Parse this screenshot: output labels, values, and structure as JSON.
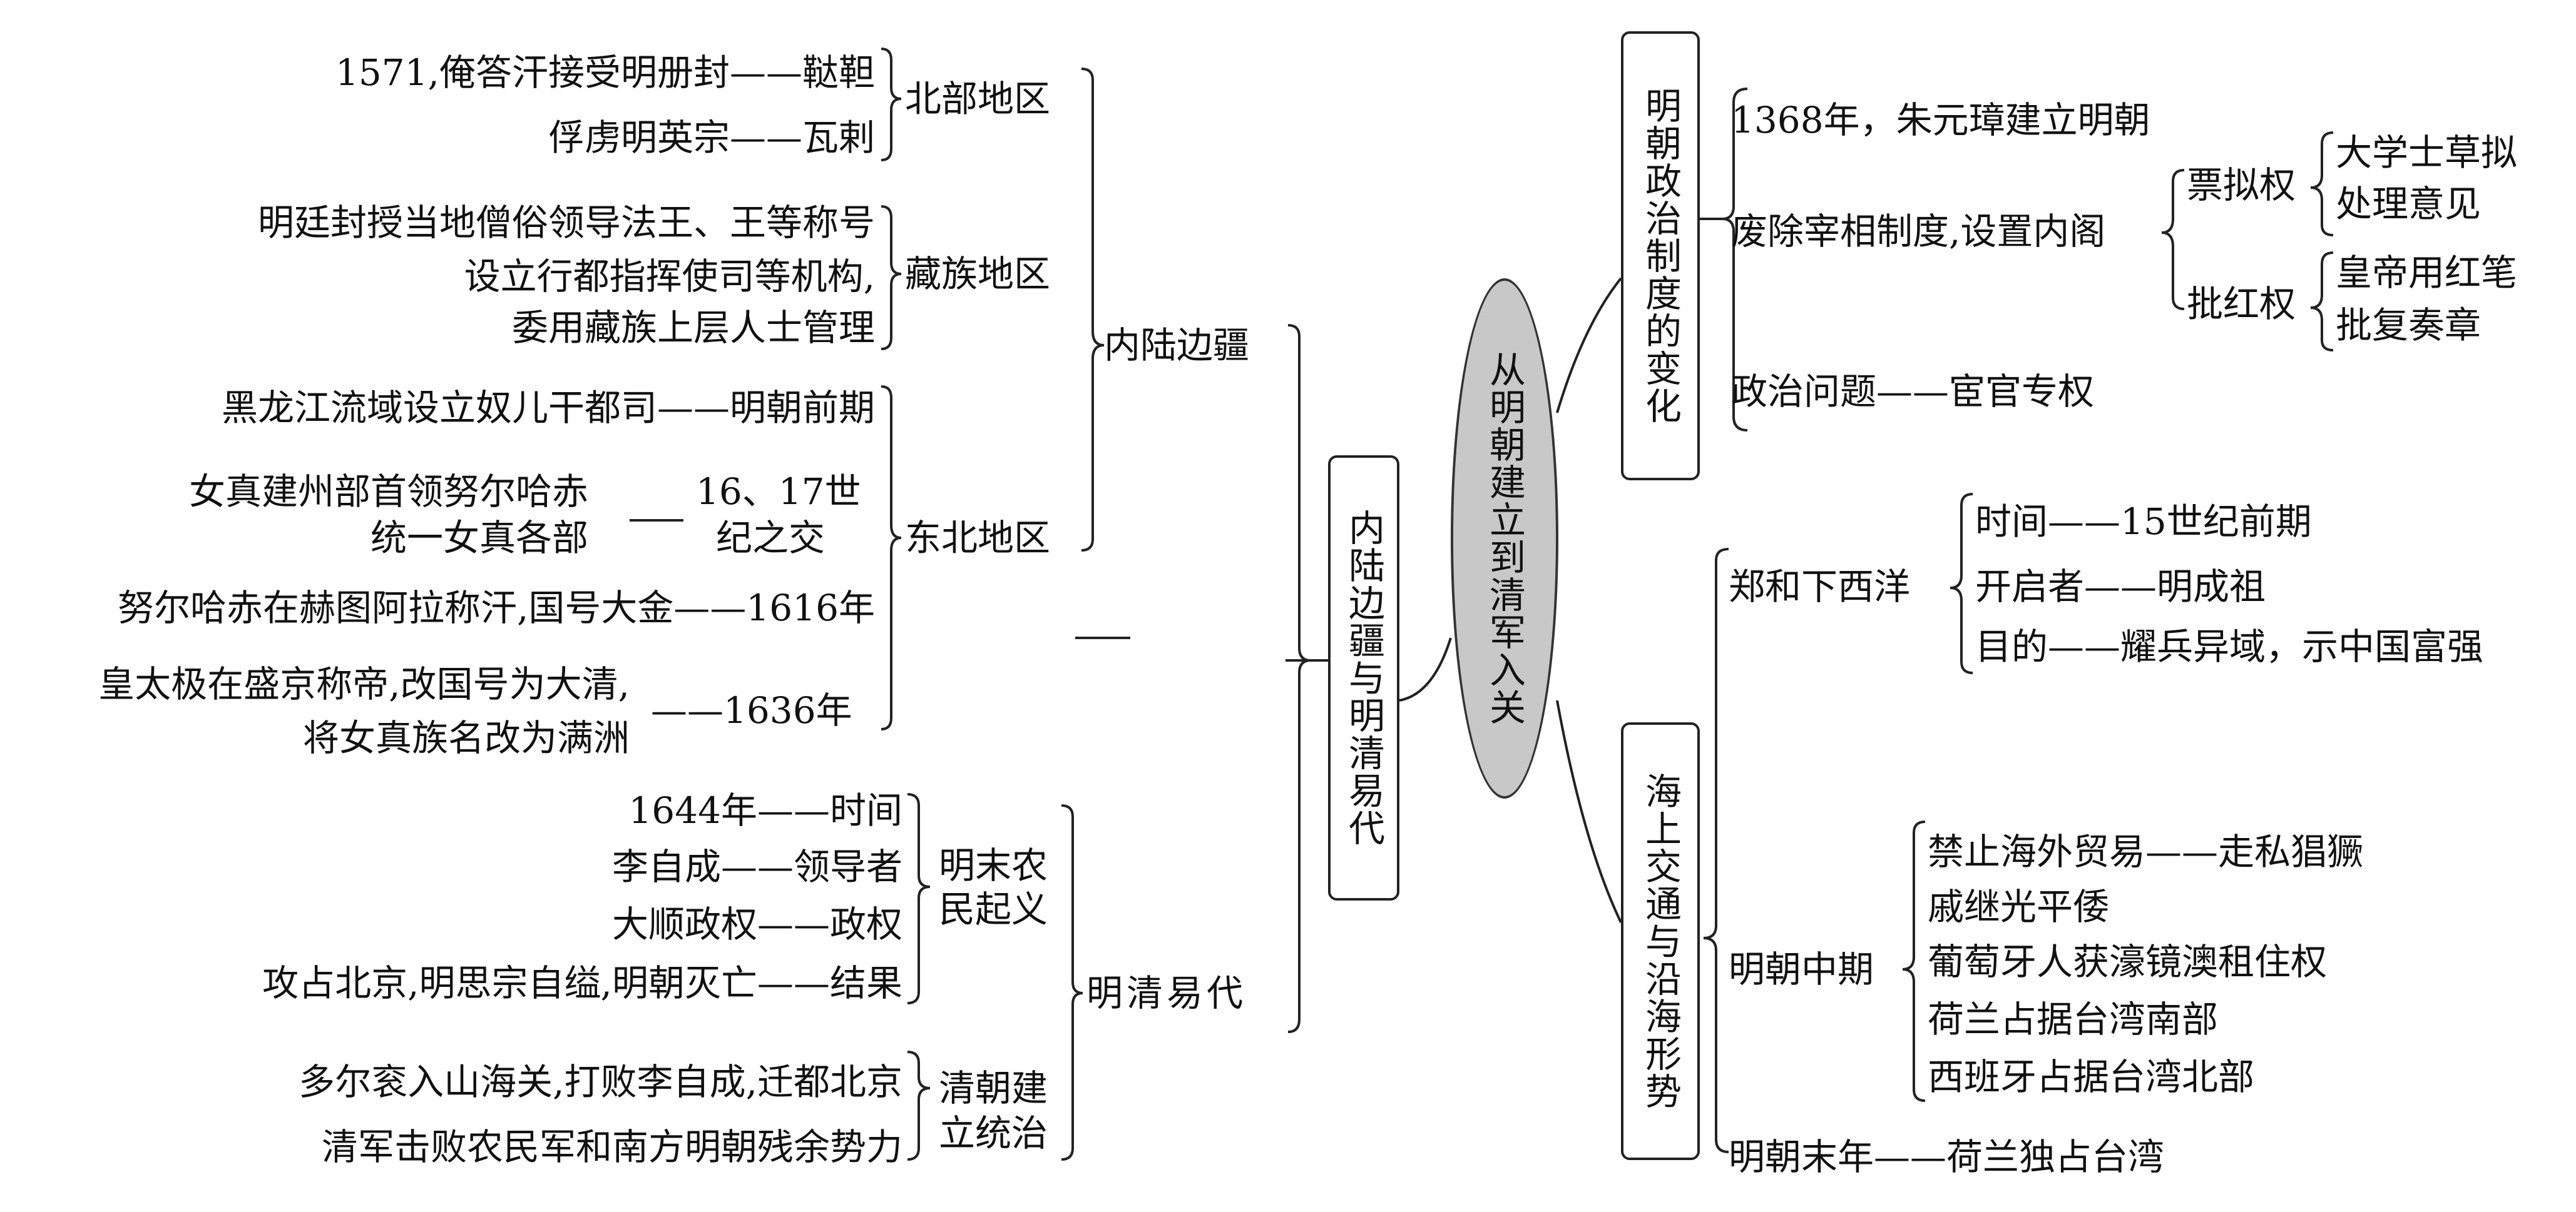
{
  "center": "从明朝建立到清军入关",
  "left_main": "内陆边疆与明清易代",
  "inland_frontier": {
    "label": "内陆边疆",
    "north": {
      "label": "北部地区",
      "items": [
        "1571,俺答汗接受明册封——鞑靼",
        "俘虏明英宗——瓦剌"
      ]
    },
    "tibet": {
      "label": "藏族地区",
      "items": [
        "明廷封授当地僧俗领导法王、王等称号",
        "设立行都指挥使司等机构,",
        "委用藏族上层人士管理"
      ]
    },
    "northeast": {
      "label": "东北地区",
      "item1": "黑龙江流域设立奴儿干都司——明朝前期",
      "item2_a": "女真建州部首领努尔哈赤",
      "item2_b": "统一女真各部",
      "item2_time_a": "16、17世",
      "item2_time_b": "纪之交",
      "item3": "努尔哈赤在赫图阿拉称汗,国号大金——1616年",
      "item4_a": "皇太极在盛京称帝,改国号为大清,",
      "item4_b": "将女真族名改为满洲",
      "item4_time": "——1636年"
    }
  },
  "ming_qing": {
    "label": "明清易代",
    "uprising": {
      "label_a": "明末农",
      "label_b": "民起义",
      "items": [
        "1644年——时间",
        "李自成——领导者",
        "大顺政权——政权",
        "攻占北京,明思宗自缢,明朝灭亡——结果"
      ]
    },
    "qing": {
      "label_a": "清朝建",
      "label_b": "立统治",
      "items": [
        "多尔衮入山海关,打败李自成,迁都北京",
        "清军击败农民军和南方明朝残余势力"
      ]
    }
  },
  "politics": {
    "label": "明朝政治制度的变化",
    "item1": "1368年，朱元璋建立明朝",
    "item2": "废除宰相制度,设置内阁",
    "piaoni": "票拟权",
    "piaoni_items": [
      "大学士草拟",
      "处理意见"
    ],
    "pihong": "批红权",
    "pihong_items": [
      "皇帝用红笔",
      "批复奏章"
    ],
    "item3": "政治问题——宦官专权"
  },
  "maritime": {
    "label": "海上交通与沿海形势",
    "zhenghe": {
      "label": "郑和下西洋",
      "items": [
        "时间——15世纪前期",
        "开启者——明成祖",
        "目的——耀兵异域，示中国富强"
      ]
    },
    "mid": {
      "label": "明朝中期",
      "items": [
        "禁止海外贸易——走私猖獗",
        "戚继光平倭",
        "葡萄牙人获濠镜澳租住权",
        "荷兰占据台湾南部",
        "西班牙占据台湾北部"
      ]
    },
    "late": "明朝末年——荷兰独占台湾"
  }
}
